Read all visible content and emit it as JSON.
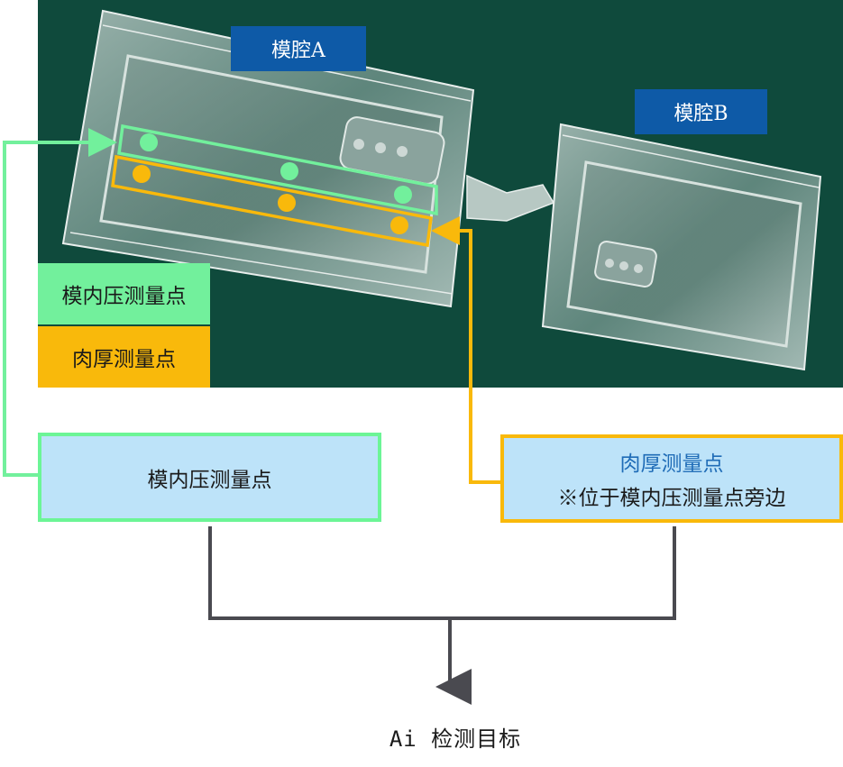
{
  "photo": {
    "cavity_a_label": "模腔A",
    "cavity_b_label": "模腔B",
    "tag_color": "#0e5aa7",
    "background_color": "#0f4a3c"
  },
  "legend": {
    "pressure_label": "模内压测量点",
    "pressure_color": "#72f09c",
    "thickness_label": "肉厚测量点",
    "thickness_color": "#f9b90b"
  },
  "boxes": {
    "pressure_title": "模内压测量点",
    "pressure_bg": "#bde3f9",
    "thickness_title": "肉厚测量点",
    "thickness_note": "※位于模内压测量点旁边",
    "thickness_bg": "#bde3f9"
  },
  "result": {
    "label": "Ai 检测目标",
    "line_color": "#4a4a50"
  }
}
